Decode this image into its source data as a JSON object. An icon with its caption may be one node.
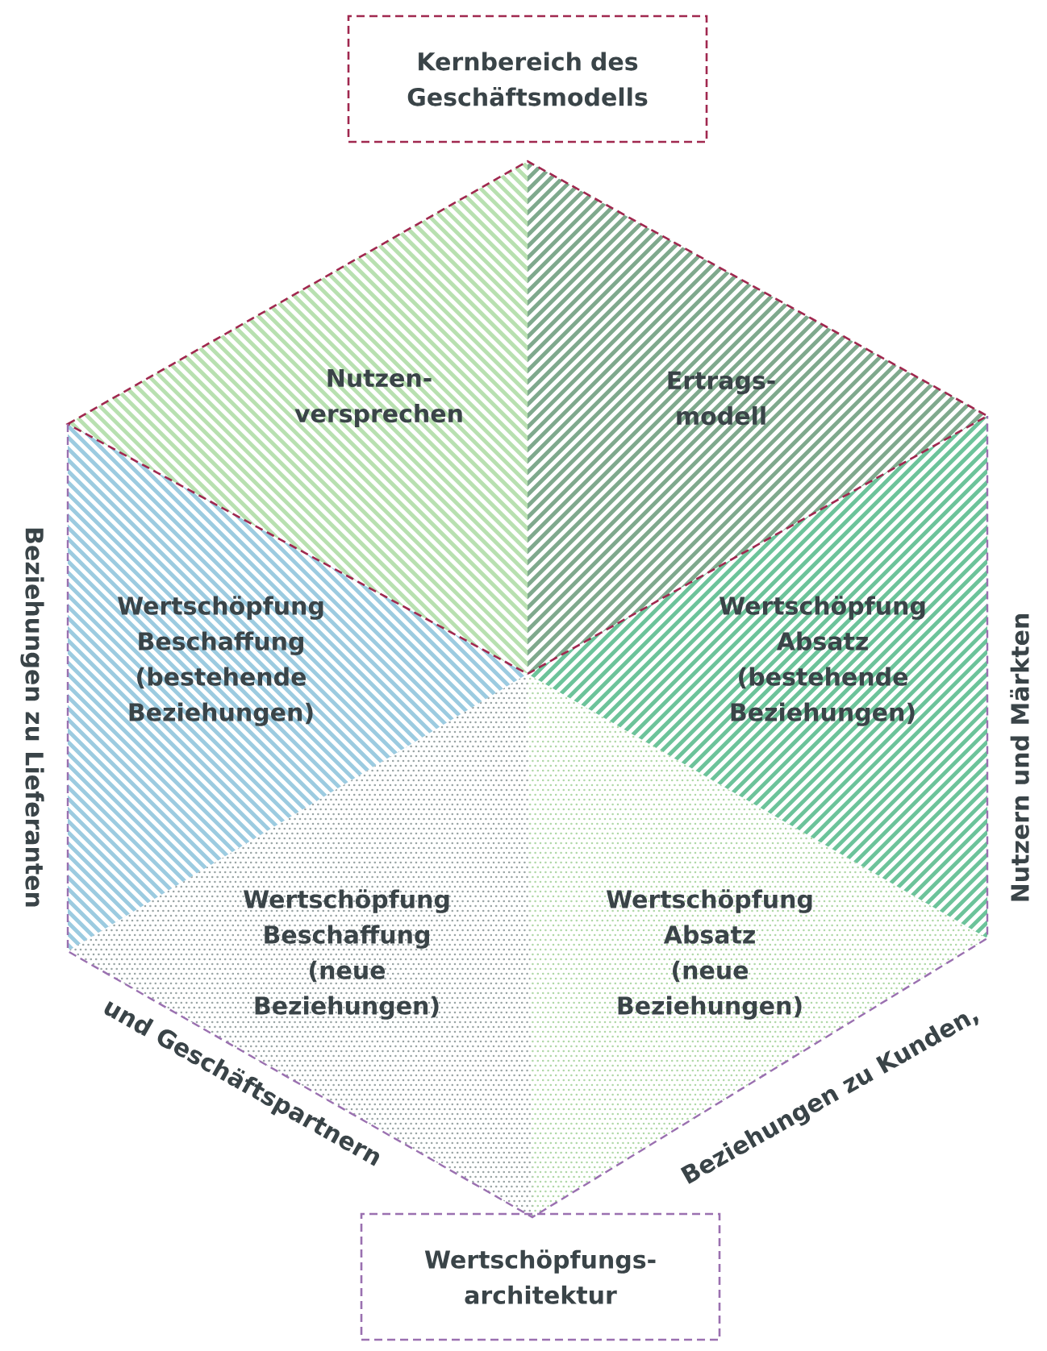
{
  "diagram": {
    "nodes": [
      {
        "text": [
          "Kernbereich des Geschäftsmodells"
        ]
      },
      {
        "text": [
          "Nutzen- versprechen"
        ]
      },
      {
        "text": [
          "Ertrags- modell"
        ]
      },
      {
        "text": [
          "Wertschöpfung Beschaffung (bestehende Beziehungen)"
        ]
      },
      {
        "text": [
          "Wertschöpfung Absatz (bestehende Beziehungen)"
        ]
      },
      {
        "text": [
          "Wertschöpfung Beschaffung (neue Beziehungen)"
        ]
      },
      {
        "text": [
          "Wertschöpfung Absatz (neue Beziehungen)"
        ]
      },
      {
        "text": [
          "Wertschöpfungs- architektur"
        ]
      }
    ],
    "labels": [
      "Beziehungen zu Lieferanten",
      "und Geschäftspartnern",
      "Beziehungen zu Kunden,",
      "Nutzern und Märkten"
    ]
  }
}
